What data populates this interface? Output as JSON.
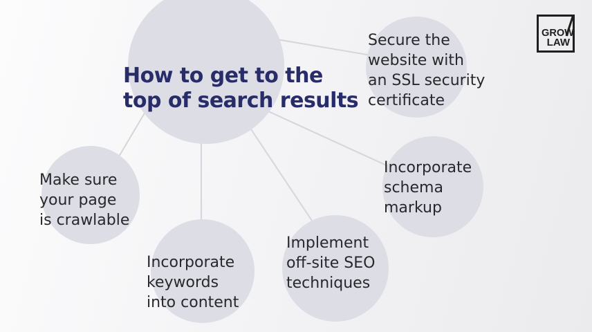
{
  "title": {
    "line1": "How to get to the",
    "line2": "top of search results"
  },
  "logo": {
    "line1": "GROW",
    "line2": "LAW"
  },
  "nodes": [
    {
      "id": "ssl",
      "lines": [
        "Secure the",
        "website with",
        "an SSL security",
        "certificate"
      ]
    },
    {
      "id": "schema",
      "lines": [
        "Incorporate",
        "schema",
        "markup"
      ]
    },
    {
      "id": "offsite",
      "lines": [
        "Implement",
        "off-site SEO",
        "techniques"
      ]
    },
    {
      "id": "keywords",
      "lines": [
        "Incorporate",
        "keywords",
        "into content"
      ]
    },
    {
      "id": "crawlable",
      "lines": [
        "Make sure",
        "your page",
        "is crawlable"
      ]
    }
  ],
  "colors": {
    "background_light": "#fcfcfd",
    "background_dark": "#ebebee",
    "circle_fill": "#dcdde5",
    "connector_line": "#d5d5db",
    "title_navy": "#282d6a",
    "body_text": "#28282c",
    "logo_ink": "#1f1f1f"
  }
}
